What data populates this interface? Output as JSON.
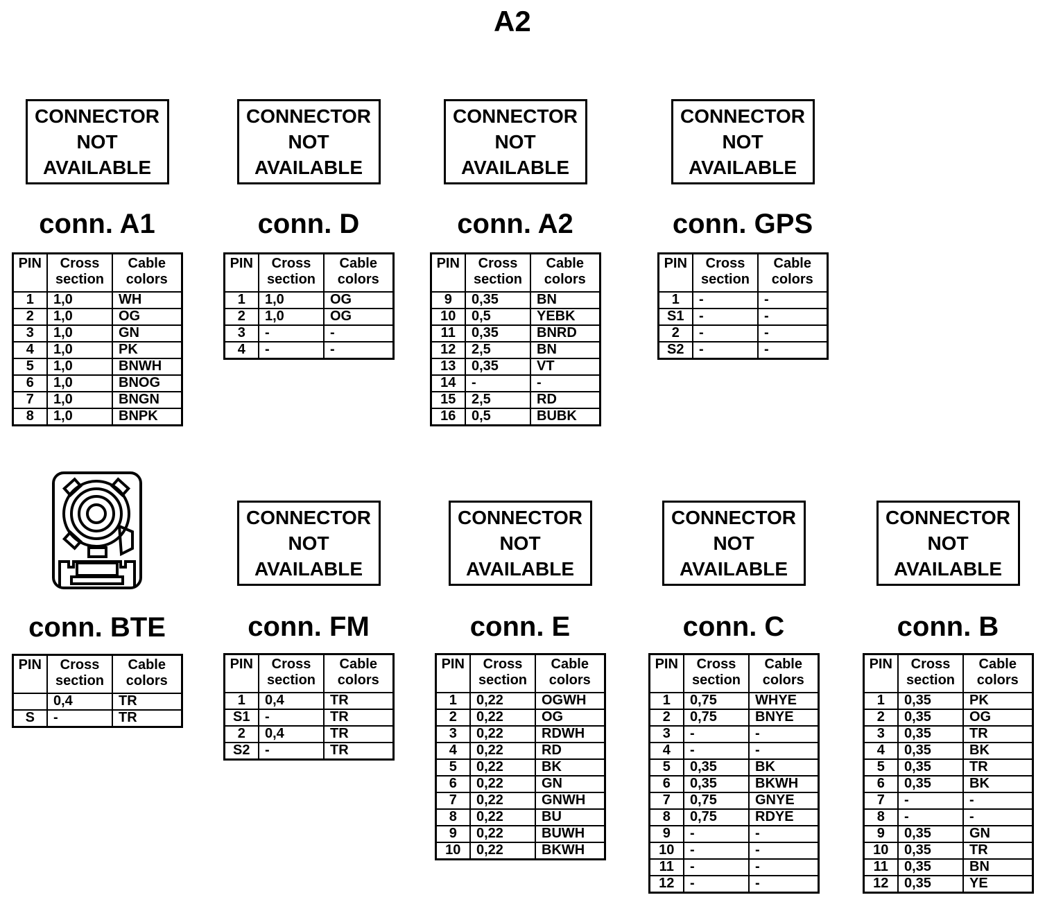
{
  "page_title": "A2",
  "not_available_label": "CONNECTOR\nNOT\nAVAILABLE",
  "table_headers": {
    "pin": "PIN",
    "cross_section": "Cross section",
    "cable_colors": "Cable colors"
  },
  "colors": {
    "foreground": "#000000",
    "background": "#ffffff"
  },
  "icons": {
    "bte_drawing": "coaxial-connector-front-view"
  },
  "connectors": [
    {
      "id": "A1",
      "title": "conn. A1",
      "image": "not-available-box",
      "rows": [
        [
          "1",
          "1,0",
          "WH"
        ],
        [
          "2",
          "1,0",
          "OG"
        ],
        [
          "3",
          "1,0",
          "GN"
        ],
        [
          "4",
          "1,0",
          "PK"
        ],
        [
          "5",
          "1,0",
          "BNWH"
        ],
        [
          "6",
          "1,0",
          "BNOG"
        ],
        [
          "7",
          "1,0",
          "BNGN"
        ],
        [
          "8",
          "1,0",
          "BNPK"
        ]
      ]
    },
    {
      "id": "D",
      "title": "conn. D",
      "image": "not-available-box",
      "rows": [
        [
          "1",
          "1,0",
          "OG"
        ],
        [
          "2",
          "1,0",
          "OG"
        ],
        [
          "3",
          "-",
          "-"
        ],
        [
          "4",
          "-",
          "-"
        ]
      ]
    },
    {
      "id": "A2",
      "title": "conn. A2",
      "image": "not-available-box",
      "rows": [
        [
          "9",
          "0,35",
          "BN"
        ],
        [
          "10",
          "0,5",
          "YEBK"
        ],
        [
          "11",
          "0,35",
          "BNRD"
        ],
        [
          "12",
          "2,5",
          "BN"
        ],
        [
          "13",
          "0,35",
          "VT"
        ],
        [
          "14",
          "-",
          "-"
        ],
        [
          "15",
          "2,5",
          "RD"
        ],
        [
          "16",
          "0,5",
          "BUBK"
        ]
      ]
    },
    {
      "id": "GPS",
      "title": "conn. GPS",
      "image": "not-available-box",
      "rows": [
        [
          "1",
          "-",
          "-"
        ],
        [
          "S1",
          "-",
          "-"
        ],
        [
          "2",
          "-",
          "-"
        ],
        [
          "S2",
          "-",
          "-"
        ]
      ]
    },
    {
      "id": "BTE",
      "title": "conn. BTE",
      "image": "connector-drawing",
      "rows": [
        [
          "",
          "0,4",
          "TR"
        ],
        [
          "S",
          "-",
          "TR"
        ]
      ]
    },
    {
      "id": "FM",
      "title": "conn. FM",
      "image": "not-available-box",
      "rows": [
        [
          "1",
          "0,4",
          "TR"
        ],
        [
          "S1",
          "-",
          "TR"
        ],
        [
          "2",
          "0,4",
          "TR"
        ],
        [
          "S2",
          "-",
          "TR"
        ]
      ]
    },
    {
      "id": "E",
      "title": "conn. E",
      "image": "not-available-box",
      "rows": [
        [
          "1",
          "0,22",
          "OGWH"
        ],
        [
          "2",
          "0,22",
          "OG"
        ],
        [
          "3",
          "0,22",
          "RDWH"
        ],
        [
          "4",
          "0,22",
          "RD"
        ],
        [
          "5",
          "0,22",
          "BK"
        ],
        [
          "6",
          "0,22",
          "GN"
        ],
        [
          "7",
          "0,22",
          "GNWH"
        ],
        [
          "8",
          "0,22",
          "BU"
        ],
        [
          "9",
          "0,22",
          "BUWH"
        ],
        [
          "10",
          "0,22",
          "BKWH"
        ]
      ]
    },
    {
      "id": "C",
      "title": "conn. C",
      "image": "not-available-box",
      "rows": [
        [
          "1",
          "0,75",
          "WHYE"
        ],
        [
          "2",
          "0,75",
          "BNYE"
        ],
        [
          "3",
          "-",
          "-"
        ],
        [
          "4",
          "-",
          "-"
        ],
        [
          "5",
          "0,35",
          "BK"
        ],
        [
          "6",
          "0,35",
          "BKWH"
        ],
        [
          "7",
          "0,75",
          "GNYE"
        ],
        [
          "8",
          "0,75",
          "RDYE"
        ],
        [
          "9",
          "-",
          "-"
        ],
        [
          "10",
          "-",
          "-"
        ],
        [
          "11",
          "-",
          "-"
        ],
        [
          "12",
          "-",
          "-"
        ]
      ]
    },
    {
      "id": "B",
      "title": "conn. B",
      "image": "not-available-box",
      "rows": [
        [
          "1",
          "0,35",
          "PK"
        ],
        [
          "2",
          "0,35",
          "OG"
        ],
        [
          "3",
          "0,35",
          "TR"
        ],
        [
          "4",
          "0,35",
          "BK"
        ],
        [
          "5",
          "0,35",
          "TR"
        ],
        [
          "6",
          "0,35",
          "BK"
        ],
        [
          "7",
          "-",
          "-"
        ],
        [
          "8",
          "-",
          "-"
        ],
        [
          "9",
          "0,35",
          "GN"
        ],
        [
          "10",
          "0,35",
          "TR"
        ],
        [
          "11",
          "0,35",
          "BN"
        ],
        [
          "12",
          "0,35",
          "YE"
        ]
      ]
    }
  ]
}
